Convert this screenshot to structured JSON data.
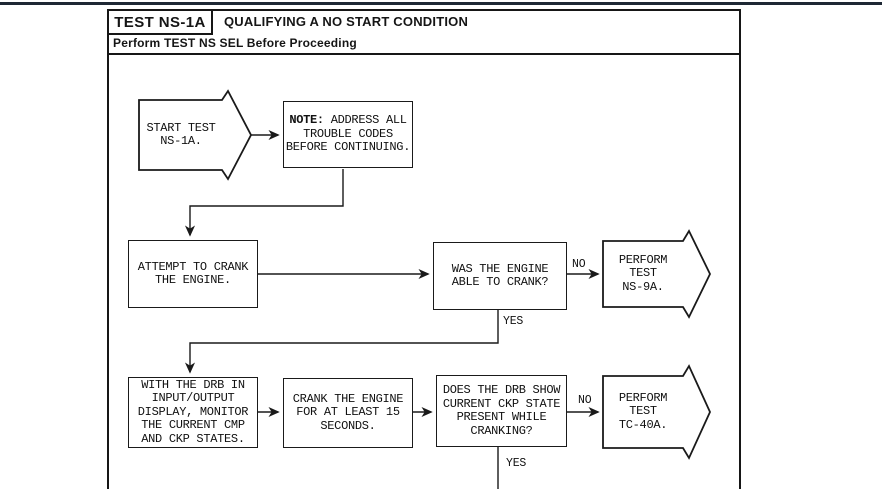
{
  "header": {
    "test_id": "TEST NS-1A",
    "title": "QUALIFYING A NO START CONDITION",
    "subtitle": "Perform TEST NS SEL Before Proceeding"
  },
  "flowchart": {
    "nodes": {
      "start": {
        "text": "START TEST\nNS-1A.",
        "shape": "arrow-banner"
      },
      "note": {
        "label": "NOTE:",
        "text": " ADDRESS ALL\nTROUBLE CODES\nBEFORE CONTINUING.",
        "shape": "rect"
      },
      "attempt": {
        "text": "ATTEMPT TO CRANK\nTHE ENGINE.",
        "shape": "rect"
      },
      "was_engine": {
        "text": "WAS THE ENGINE\nABLE TO CRANK?",
        "shape": "rect"
      },
      "perform_ns9a": {
        "text": "PERFORM TEST\nNS-9A.",
        "shape": "arrow-right"
      },
      "drb_monitor": {
        "text": "WITH THE DRB IN\nINPUT/OUTPUT\nDISPLAY, MONITOR\nTHE CURRENT CMP\nAND CKP STATES.",
        "shape": "rect"
      },
      "crank_15s": {
        "text": "CRANK THE ENGINE\nFOR AT LEAST 15\nSECONDS.",
        "shape": "rect"
      },
      "does_drb": {
        "text": "DOES THE DRB SHOW\nCURRENT CKP STATE\nPRESENT WHILE\nCRANKING?",
        "shape": "rect"
      },
      "perform_tc40a": {
        "text": "PERFORM TEST\nTC-40A.",
        "shape": "arrow-right"
      }
    },
    "labels": {
      "no1": "NO",
      "yes1": "YES",
      "no2": "NO",
      "yes2": "YES"
    }
  },
  "colors": {
    "top_rule": "#1e2834",
    "line": "#1a1a1a",
    "background": "#ffffff"
  }
}
